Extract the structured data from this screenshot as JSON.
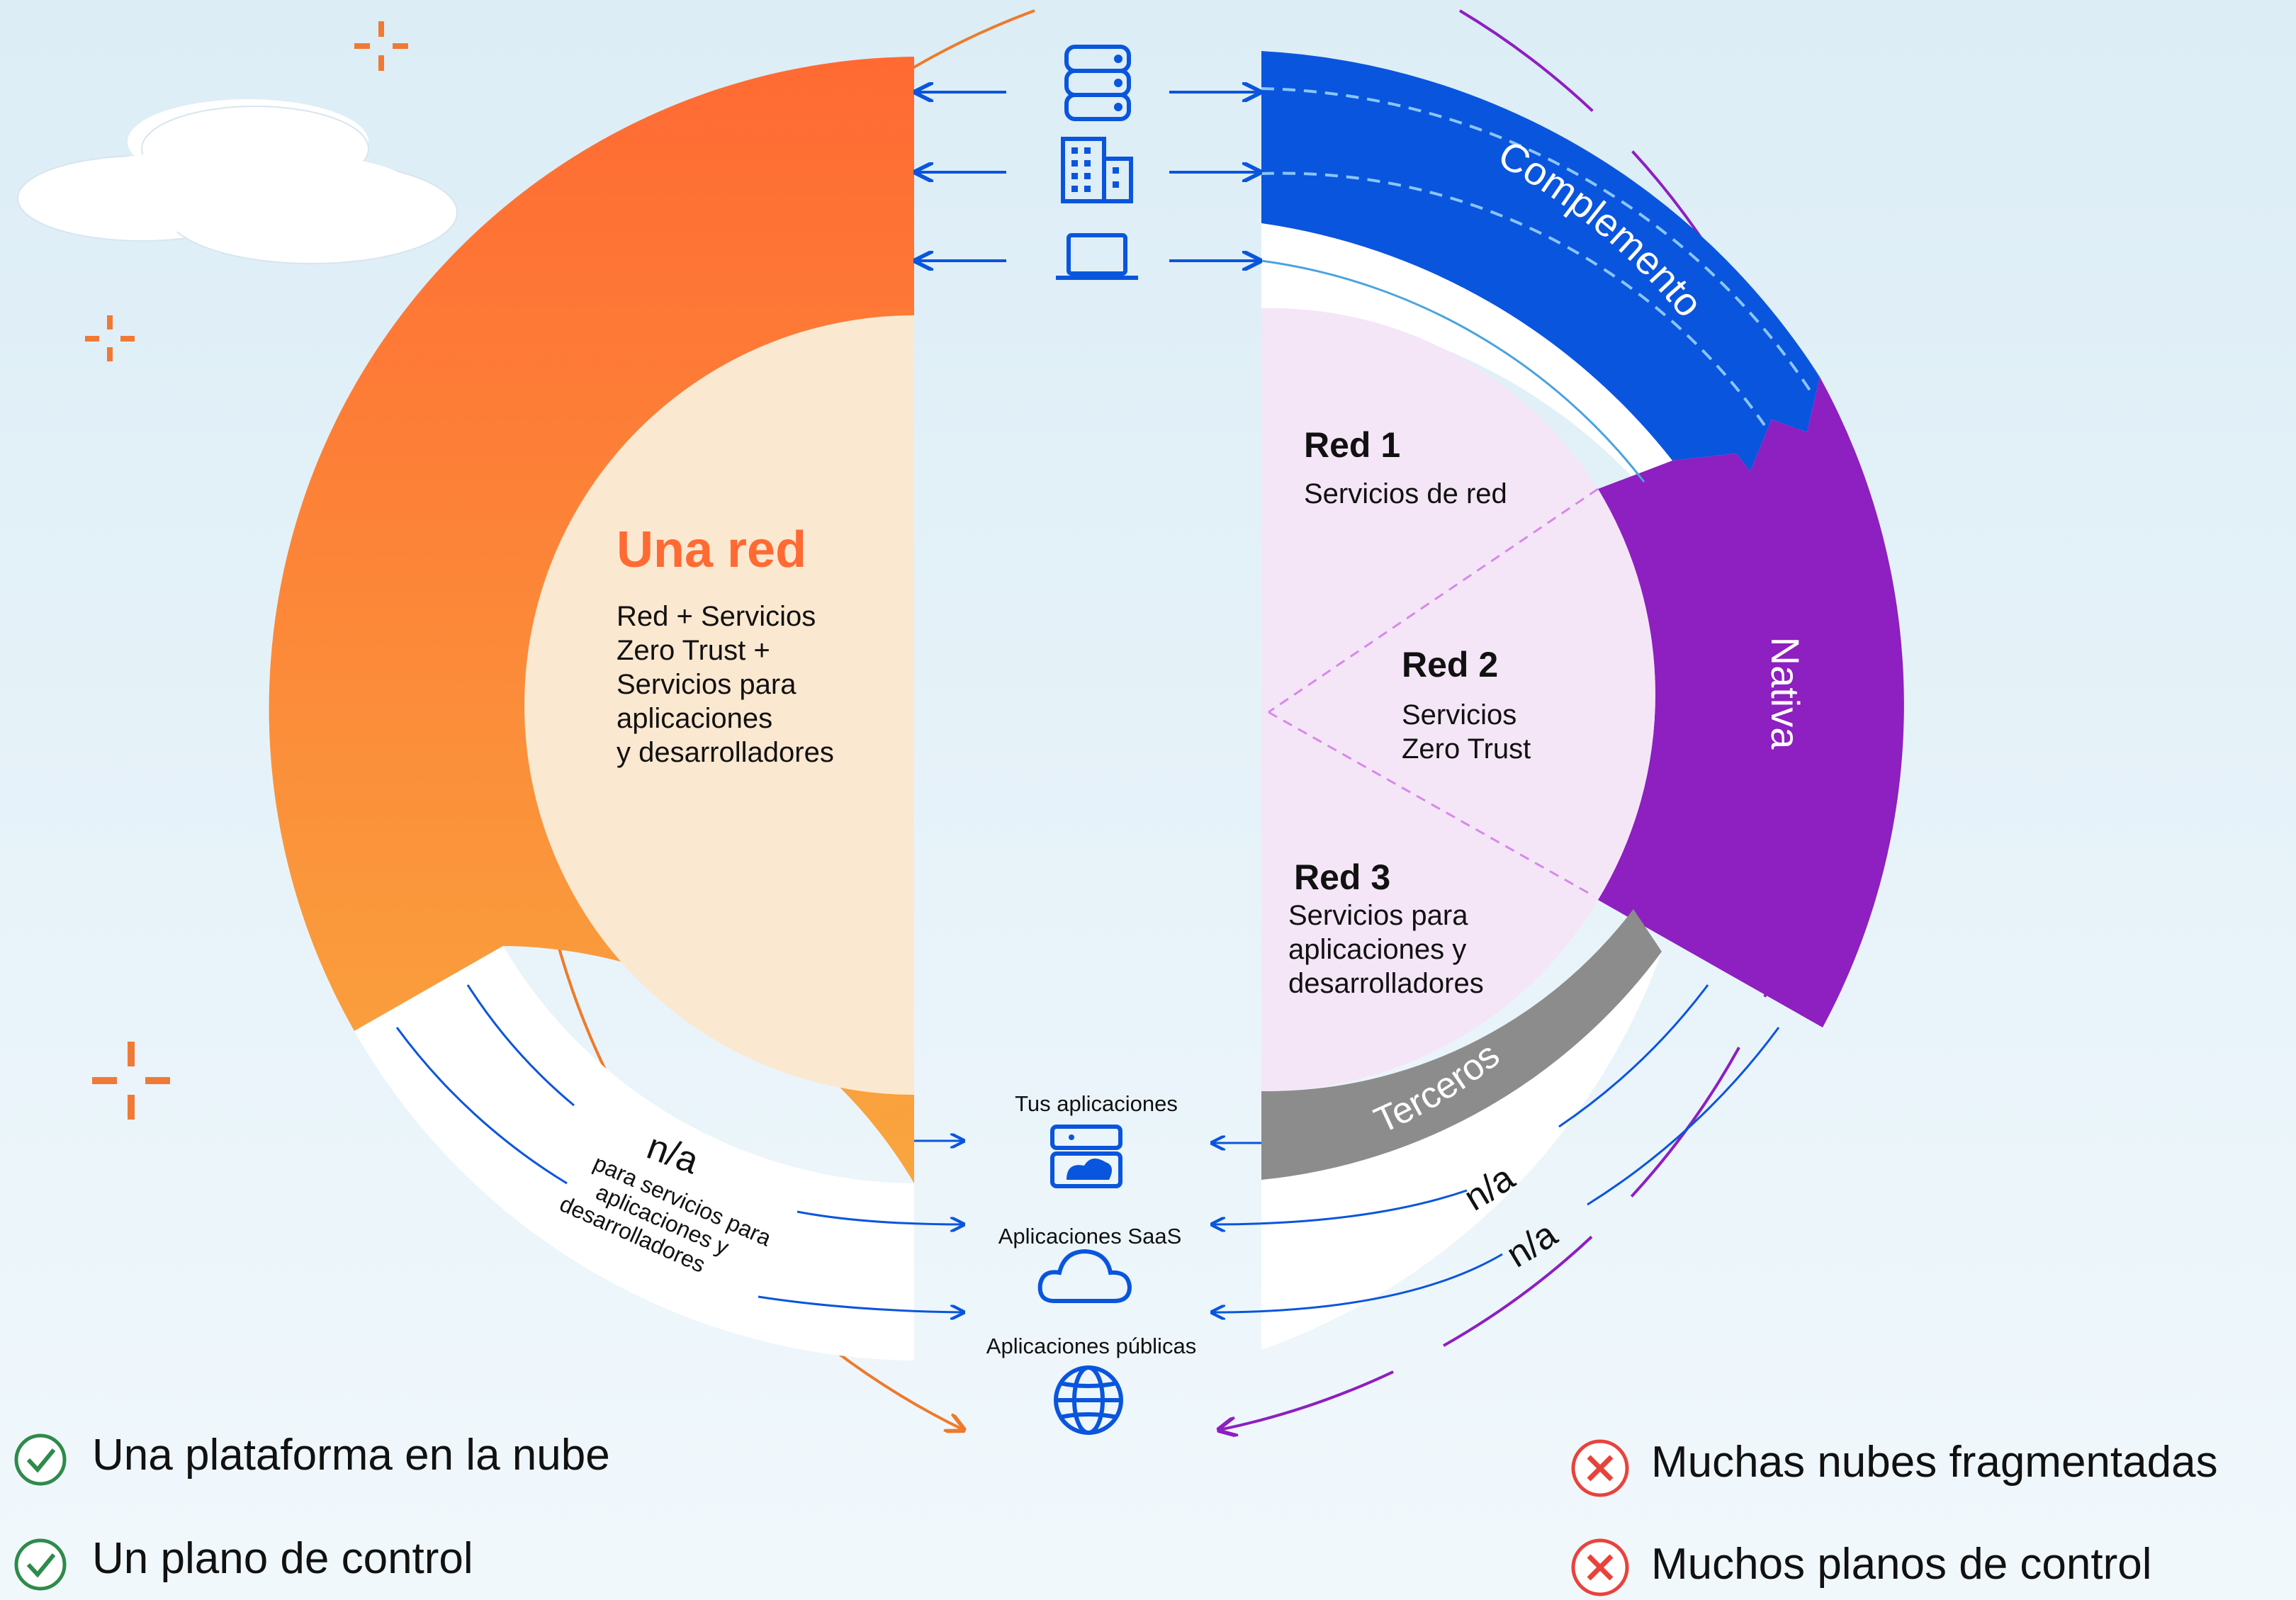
{
  "left": {
    "title": "Una red",
    "desc_lines": [
      "Red + Servicios",
      "Zero Trust +",
      "Servicios para",
      "aplicaciones",
      "y desarrolladores"
    ],
    "na_label": "n/a",
    "na_sub_lines": [
      "para servicios para",
      "aplicaciones y",
      "desarrolladores"
    ]
  },
  "right": {
    "sections": [
      {
        "title": "Red 1",
        "lines": [
          "Servicios de red"
        ]
      },
      {
        "title": "Red 2",
        "lines": [
          "Servicios",
          "Zero Trust"
        ]
      },
      {
        "title": "Red 3",
        "lines": [
          "Servicios para",
          "aplicaciones y",
          "desarrolladores"
        ]
      }
    ],
    "ring_labels": {
      "complemento": "Complemento",
      "nativa": "Nativa",
      "terceros": "Terceros"
    },
    "na_labels": [
      "n/a",
      "n/a"
    ]
  },
  "center": {
    "top_icons": [
      "server-stack-icon",
      "office-building-icon",
      "laptop-icon"
    ],
    "app_groups": [
      {
        "label": "Tus aplicaciones",
        "icon": "app-server-icon"
      },
      {
        "label": "Aplicaciones SaaS",
        "icon": "cloud-icon"
      },
      {
        "label": "Aplicaciones públicas",
        "icon": "globe-icon"
      }
    ]
  },
  "legend": {
    "pros": [
      "Una plataforma en la nube",
      "Un plano de control"
    ],
    "cons": [
      "Muchas nubes fragmentadas",
      "Muchos planos de control"
    ]
  },
  "colors": {
    "orange": "#ff6a33",
    "orange_light": "#f9a63e",
    "peach": "#fbe8d0",
    "blue": "#0a55dd",
    "purple": "#8e1fc0",
    "lavender": "#f4e6f7",
    "gray": "#8c8c8c",
    "check_green": "#2e8b4a",
    "x_red": "#e8433b"
  }
}
